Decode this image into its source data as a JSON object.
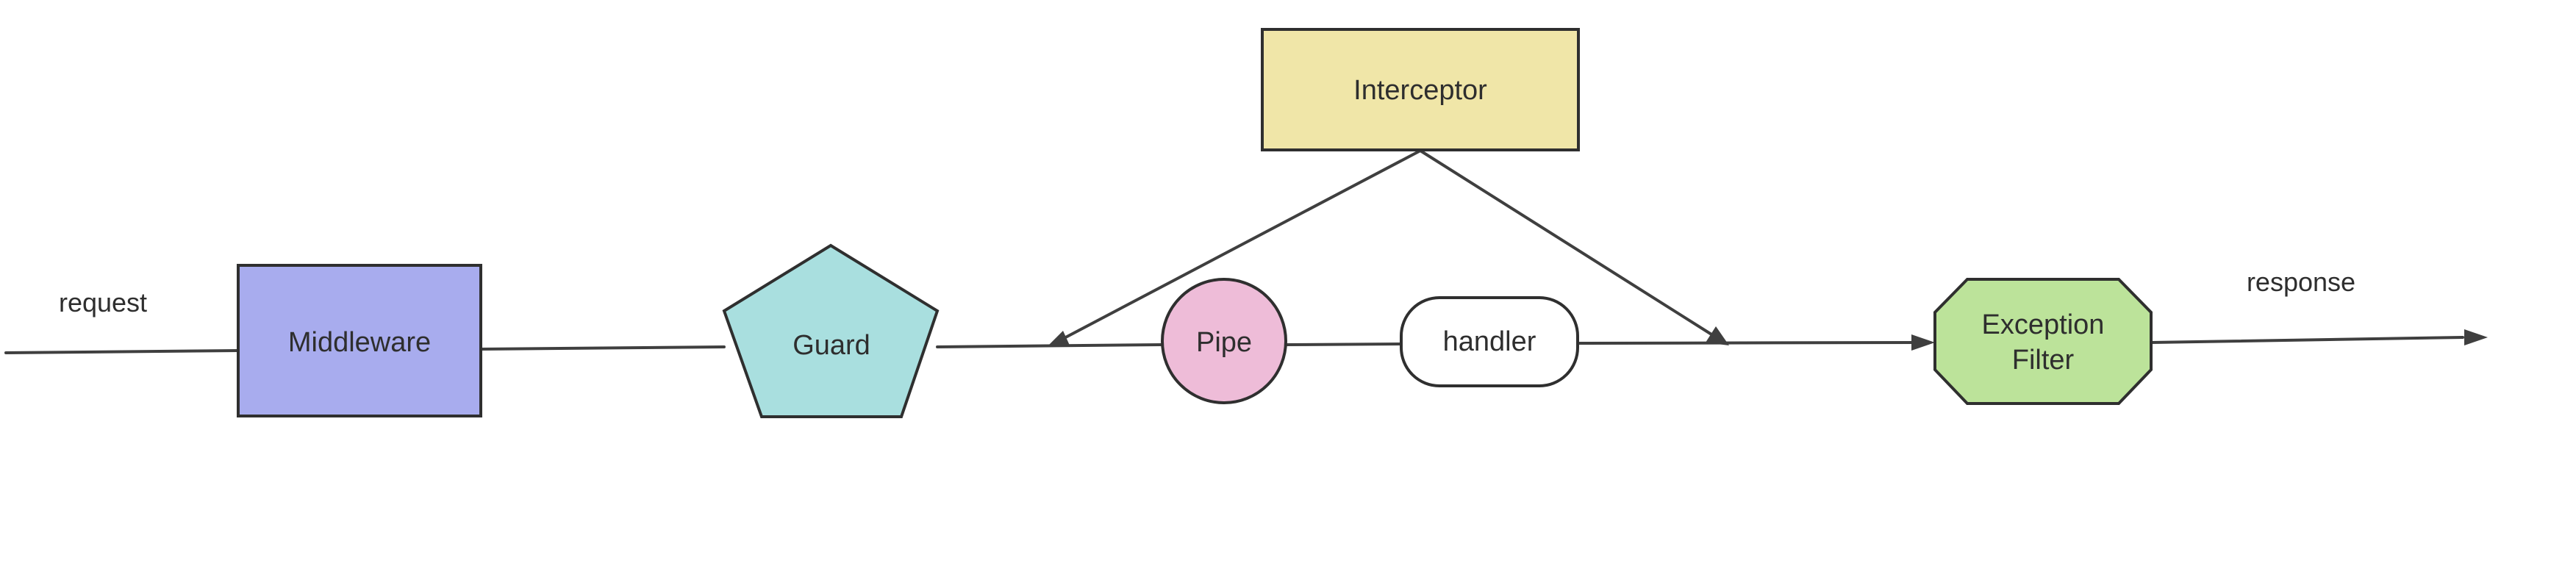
{
  "diagram": {
    "labels": {
      "request": "request",
      "response": "response"
    },
    "nodes": {
      "middleware": {
        "label": "Middleware",
        "color": "#a8acee"
      },
      "guard": {
        "label": "Guard",
        "color": "#a9dfdf"
      },
      "pipe": {
        "label": "Pipe",
        "color": "#eebcd8"
      },
      "handler": {
        "label": "handler",
        "color": "#ffffff"
      },
      "interceptor": {
        "label": "Interceptor",
        "color": "#f0e6a8"
      },
      "exception_filter": {
        "label_line1": "Exception",
        "label_line2": "Filter",
        "color": "#bce39a"
      }
    },
    "edge_color": "#3f3f3f"
  }
}
